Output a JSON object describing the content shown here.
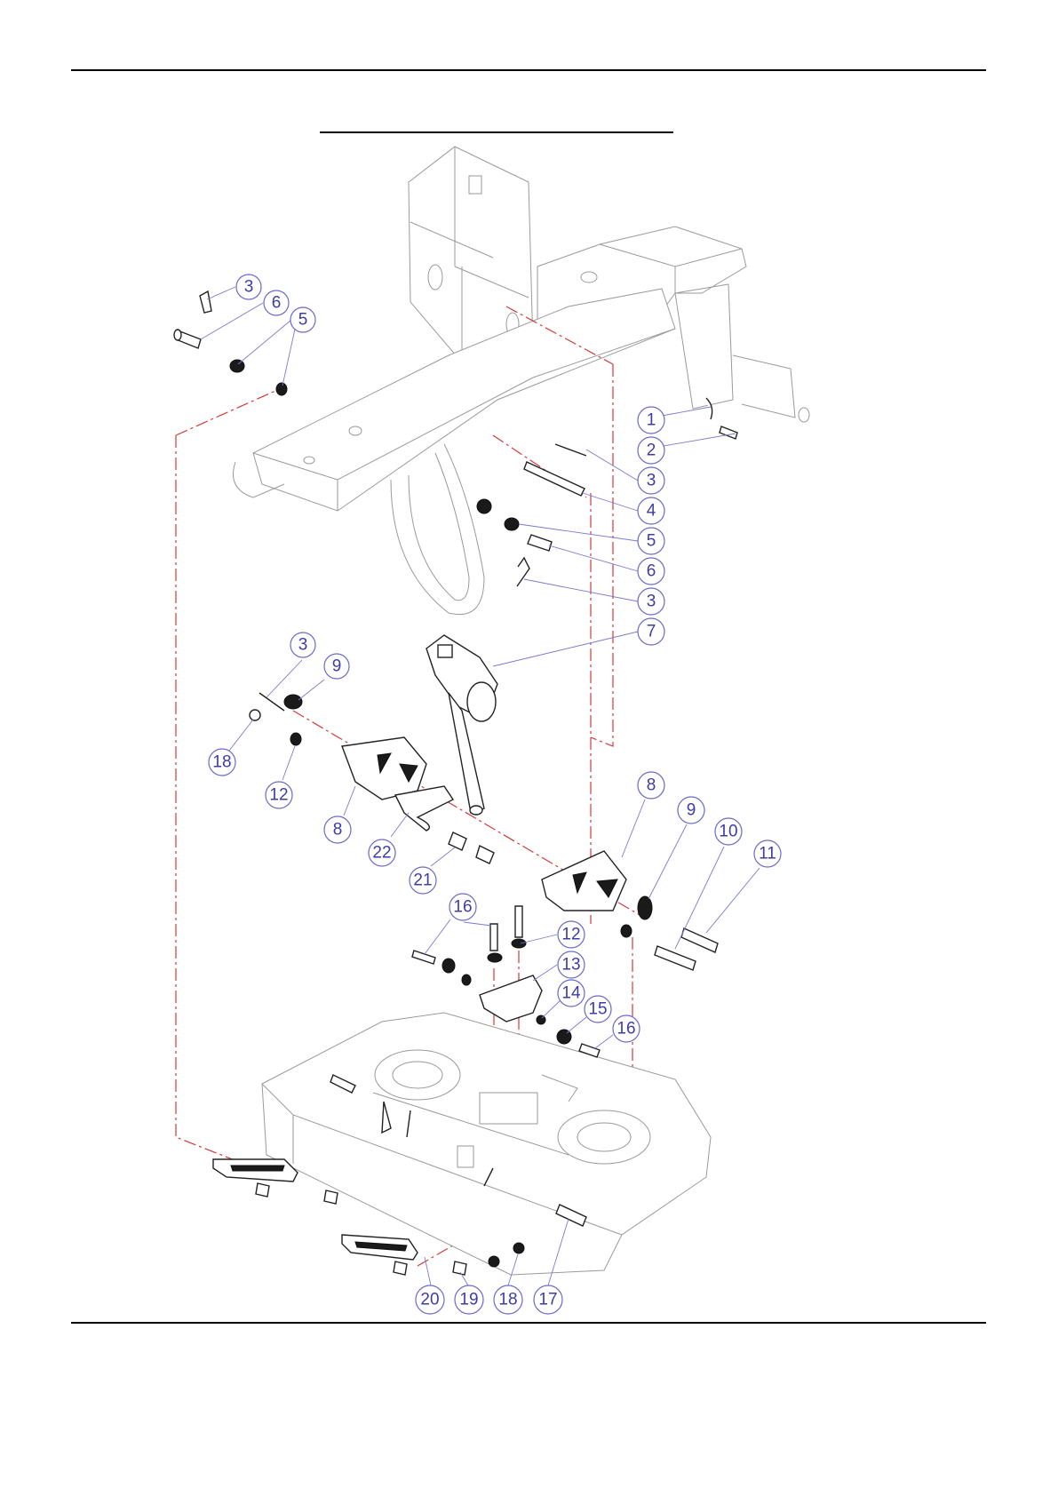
{
  "callouts": [
    {
      "id": "c-3a",
      "label": "3"
    },
    {
      "id": "c-6a",
      "label": "6"
    },
    {
      "id": "c-5a",
      "label": "5"
    },
    {
      "id": "c-1",
      "label": "1"
    },
    {
      "id": "c-2",
      "label": "2"
    },
    {
      "id": "c-3b",
      "label": "3"
    },
    {
      "id": "c-4",
      "label": "4"
    },
    {
      "id": "c-5b",
      "label": "5"
    },
    {
      "id": "c-6b",
      "label": "6"
    },
    {
      "id": "c-3c",
      "label": "3"
    },
    {
      "id": "c-7",
      "label": "7"
    },
    {
      "id": "c-3d",
      "label": "3"
    },
    {
      "id": "c-9a",
      "label": "9"
    },
    {
      "id": "c-18a",
      "label": "18"
    },
    {
      "id": "c-12a",
      "label": "12"
    },
    {
      "id": "c-8a",
      "label": "8"
    },
    {
      "id": "c-22",
      "label": "22"
    },
    {
      "id": "c-21",
      "label": "21"
    },
    {
      "id": "c-8b",
      "label": "8"
    },
    {
      "id": "c-9b",
      "label": "9"
    },
    {
      "id": "c-10",
      "label": "10"
    },
    {
      "id": "c-11",
      "label": "11"
    },
    {
      "id": "c-16a",
      "label": "16"
    },
    {
      "id": "c-12b",
      "label": "12"
    },
    {
      "id": "c-13",
      "label": "13"
    },
    {
      "id": "c-14",
      "label": "14"
    },
    {
      "id": "c-15",
      "label": "15"
    },
    {
      "id": "c-16b",
      "label": "16"
    },
    {
      "id": "c-20",
      "label": "20"
    },
    {
      "id": "c-19",
      "label": "19"
    },
    {
      "id": "c-18b",
      "label": "18"
    },
    {
      "id": "c-17",
      "label": "17"
    }
  ],
  "colors": {
    "callout_text": "#3d3da8",
    "callout_ring": "#6a6ac8",
    "leader": "#7a7ad0",
    "center_line": "#d23a3a",
    "frame": "#9a9a9a",
    "part": "#222222"
  }
}
